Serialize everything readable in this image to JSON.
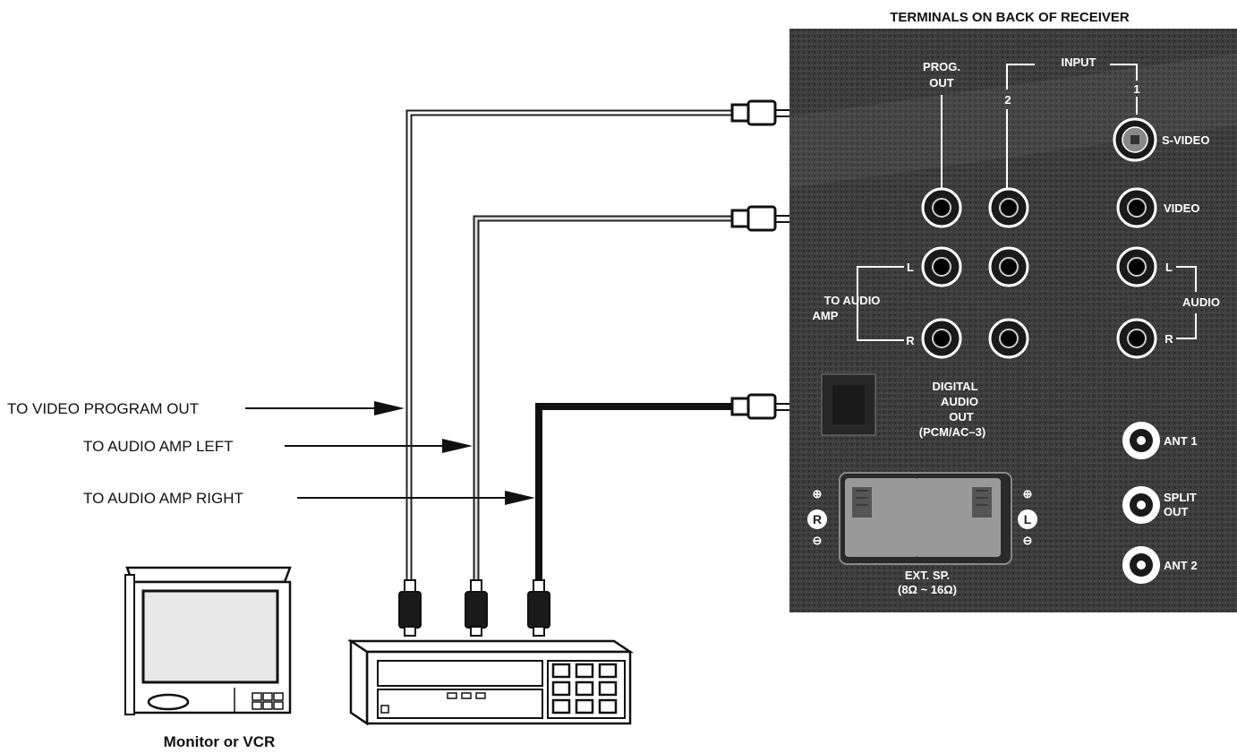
{
  "header": {
    "title": "TERMINALS ON BACK OF RECEIVER"
  },
  "left_labels": {
    "video_program_out": "TO VIDEO PROGRAM OUT",
    "audio_amp_left": "TO AUDIO AMP LEFT",
    "audio_amp_right": "TO AUDIO AMP RIGHT"
  },
  "device_caption": "Monitor or VCR",
  "panel": {
    "prog_out": [
      "PROG.",
      "OUT"
    ],
    "input": "INPUT",
    "input_2": "2",
    "input_1": "1",
    "s_video": "S-VIDEO",
    "video": "VIDEO",
    "l": "L",
    "r": "R",
    "to_audio_amp": [
      "TO AUDIO",
      "AMP"
    ],
    "audio": "AUDIO",
    "digital_audio_out": [
      "DIGITAL",
      "AUDIO",
      "OUT",
      "(PCM/AC–3)"
    ],
    "ant1": "ANT 1",
    "split_out": [
      "SPLIT",
      "OUT"
    ],
    "ant2": "ANT 2",
    "ext_sp": [
      "EXT. SP.",
      "(8Ω ~ 16Ω)"
    ],
    "spk_r": "R",
    "spk_l": "L"
  }
}
